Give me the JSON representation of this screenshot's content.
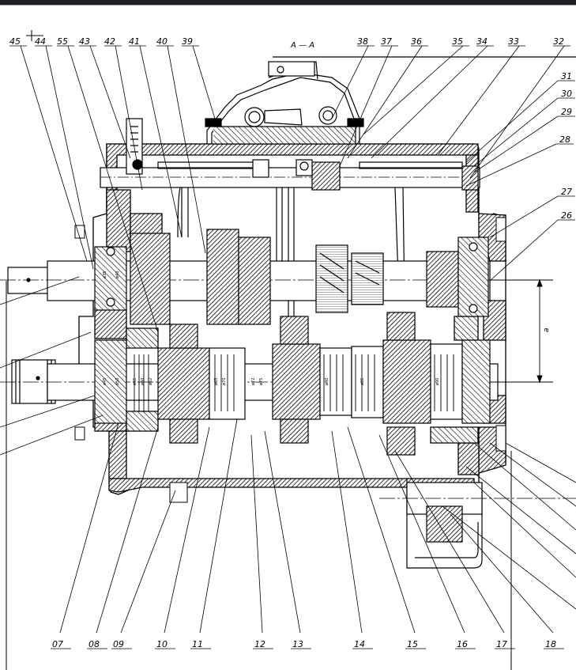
{
  "drawing": {
    "section_label": "A — A",
    "dimension_label": "a",
    "labels_top": [
      "45",
      "44",
      "55",
      "43",
      "42",
      "41",
      "40",
      "39",
      "38",
      "37",
      "36",
      "35",
      "34",
      "33",
      "32"
    ],
    "labels_right": [
      "31",
      "30",
      "29",
      "28",
      "27",
      "26"
    ],
    "labels_bottom": [
      "07",
      "08",
      "09",
      "10",
      "11",
      "12",
      "13",
      "14",
      "15",
      "16",
      "17",
      "18"
    ],
    "bearing_marks": [
      "ø35",
      "ø40",
      "ø45",
      "ø50",
      "ø55",
      "ø60",
      "ø62",
      "ø65",
      "ø70",
      "ø72",
      "ø75",
      "ø80",
      "ø85",
      "ø90"
    ]
  },
  "colors": {
    "line": "#000000",
    "hatch": "#000000",
    "topbar": "#1f1f24"
  }
}
